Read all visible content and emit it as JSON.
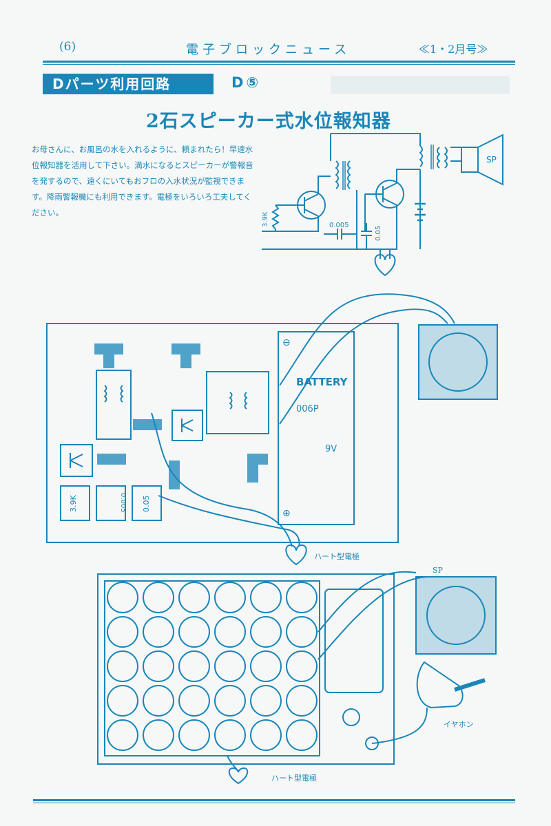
{
  "header": {
    "page": "(6)",
    "title": "電子ブロックニュース",
    "issue": "≪1・2月号≫"
  },
  "section": {
    "label": "Dパーツ利用回路",
    "code": "D⑤"
  },
  "article": {
    "title": "2石スピーカー式水位報知器",
    "description": "お母さんに、お風呂の水を入れるように、頼まれたら！早速水位報知器を活用して下さい。満水になるとスピーカーが警報音を発するので、遠くにいてもおフロの入水状況が監視できます。降雨警報機にも利用できます。電極をいろいろ工夫してください。"
  },
  "schematic": {
    "resistor": "3.9K",
    "capacitor_1": "0.005",
    "capacitor_2": "0.05",
    "speaker": "SP"
  },
  "layout1": {
    "battery_label": "BATTERY",
    "battery_model": "006P",
    "battery_voltage": "9V",
    "minus": "⊖",
    "plus": "⊕",
    "block_res": "3.9K",
    "block_cap1": "0.005",
    "block_cap2": "0.05",
    "electrode": "ハート型電極"
  },
  "layout2": {
    "speaker": "SP",
    "earphone": "イヤホン",
    "electrode": "ハート型電極"
  },
  "colors": {
    "ink": "#1a86b8",
    "paper": "#f6f8f8"
  }
}
